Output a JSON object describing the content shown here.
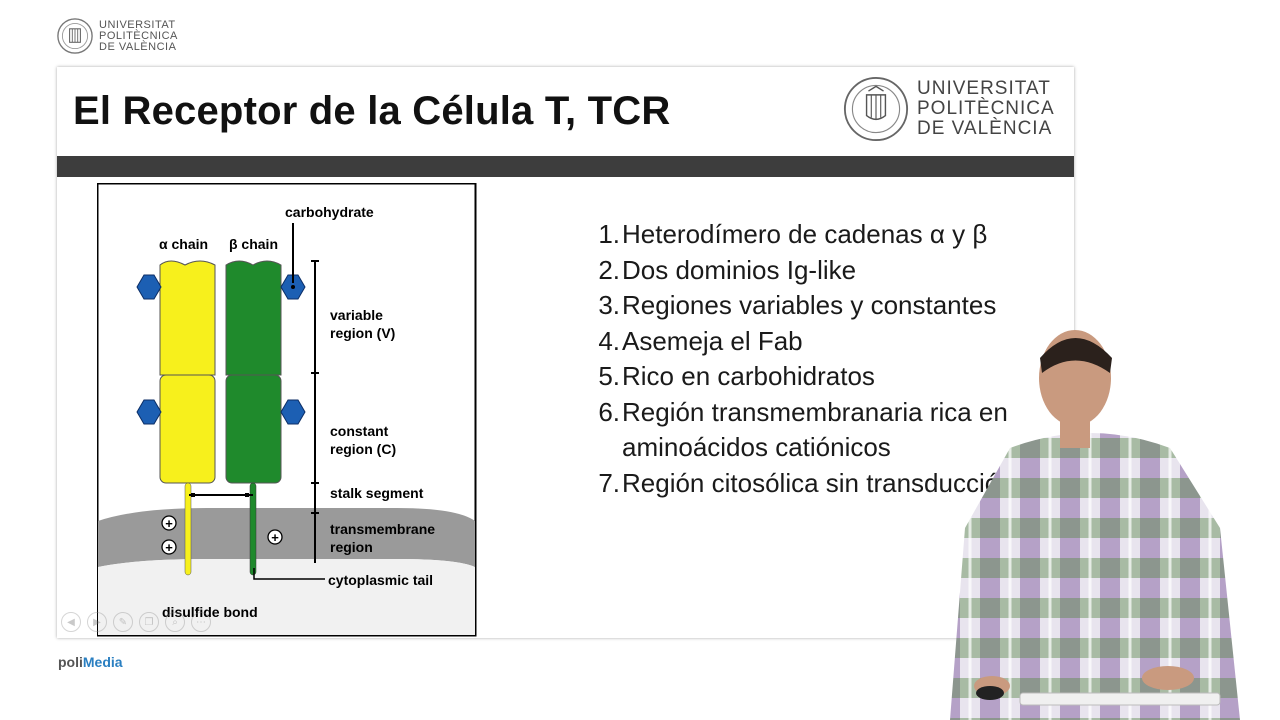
{
  "header": {
    "logo": {
      "line1": "UNIVERSITAT",
      "line2": "POLITÈCNICA",
      "line3": "DE VALÈNCIA"
    }
  },
  "slide": {
    "title": "El Receptor de la Célula T, TCR",
    "logo": {
      "line1": "UNIVERSITAT",
      "line2": "POLITÈCNICA",
      "line3": "DE VALÈNCIA"
    },
    "diagram": {
      "alpha_label": "α chain",
      "beta_label": "β chain",
      "carbohydrate": "carbohydrate",
      "variable_1": "variable",
      "variable_2": "region (V)",
      "constant_1": "constant",
      "constant_2": "region (C)",
      "stalk": "stalk segment",
      "transmembrane_1": "transmembrane",
      "transmembrane_2": "region",
      "cytoplasmic": "cytoplasmic tail",
      "disulfide": "disulfide bond",
      "plus": "+",
      "colors": {
        "alpha": "#f7f01c",
        "beta": "#1f8a2c",
        "carbohydrate": "#1c5fb3",
        "membrane": "#9a9a9a"
      }
    },
    "list": [
      {
        "num": "1.",
        "text": "Heterodímero de cadenas α y β"
      },
      {
        "num": "2.",
        "text": "Dos dominios Ig-like"
      },
      {
        "num": "3.",
        "text": "Regiones variables y constantes"
      },
      {
        "num": "4.",
        "text": "Asemeja el Fab"
      },
      {
        "num": "5.",
        "text": "Rico en carbohidratos"
      },
      {
        "num": "6.",
        "text": "Región transmembranaria rica en aminoácidos catiónicos"
      },
      {
        "num": "7.",
        "text": "Región citosólica sin transducción"
      }
    ],
    "controls": [
      "prev-icon",
      "next-icon",
      "pen-icon",
      "copy-icon",
      "zoom-icon",
      "more-icon"
    ]
  },
  "footer": {
    "brand_a": "poli",
    "brand_b": "Media"
  }
}
